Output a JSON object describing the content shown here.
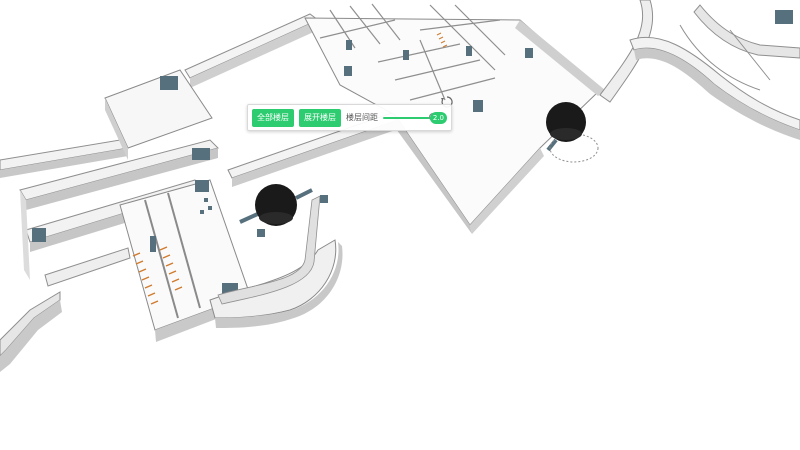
{
  "toolbar": {
    "show_all_button": "全部楼层",
    "expand_button": "展开楼层",
    "spacing_label": "楼层间距",
    "spacing_value": "2.0",
    "spacing_level": 0.85
  },
  "icons": {
    "rotate": "rotate-icon",
    "camera": "surveillance-camera-icon"
  },
  "colors": {
    "button_green": "#2ecc71",
    "wall_white": "#f2f2f2",
    "wall_shadow": "#8f8f8f",
    "window_blue": "#56707d",
    "stair_orange": "#d07a2d",
    "camera_black": "#1a1a1a"
  }
}
